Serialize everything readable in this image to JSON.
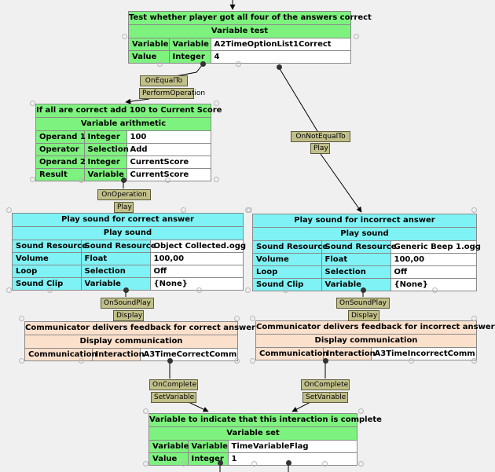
{
  "nodes": {
    "test": {
      "title": "Test whether player got all four of the answers correct",
      "subtitle": "Variable test",
      "rows": [
        [
          "Variable",
          "Variable",
          "A2TimeOptionList1Correct"
        ],
        [
          "Value",
          "Integer",
          "4"
        ]
      ]
    },
    "arith": {
      "title": "If all are correct add 100 to Current Score",
      "subtitle": "Variable arithmetic",
      "rows": [
        [
          "Operand 1",
          "Integer",
          "100"
        ],
        [
          "Operator",
          "Selection",
          "Add"
        ],
        [
          "Operand 2",
          "Integer",
          "CurrentScore"
        ],
        [
          "Result",
          "Variable",
          "CurrentScore"
        ]
      ]
    },
    "sound_correct": {
      "title": "Play sound for correct answer",
      "subtitle": "Play sound",
      "rows": [
        [
          "Sound Resource",
          "Sound Resource",
          "Object Collected.ogg"
        ],
        [
          "Volume",
          "Float",
          "100,00"
        ],
        [
          "Loop",
          "Selection",
          "Off"
        ],
        [
          "Sound Clip",
          "Variable",
          "{None}"
        ]
      ]
    },
    "sound_incorrect": {
      "title": "Play sound for incorrect answer",
      "subtitle": "Play sound",
      "rows": [
        [
          "Sound Resource",
          "Sound Resource",
          "Generic Beep 1.ogg"
        ],
        [
          "Volume",
          "Float",
          "100,00"
        ],
        [
          "Loop",
          "Selection",
          "Off"
        ],
        [
          "Sound Clip",
          "Variable",
          "{None}"
        ]
      ]
    },
    "comm_correct": {
      "title": "Communicator delivers feedback for correct answer",
      "subtitle": "Display communication",
      "rows": [
        [
          "Communication",
          "Interaction",
          "A3TimeCorrectComm"
        ]
      ]
    },
    "comm_incorrect": {
      "title": "Communicator delivers feedback for incorrect answer",
      "subtitle": "Display communication",
      "rows": [
        [
          "Communication",
          "Interaction",
          "A3TimeIncorrectComm"
        ]
      ]
    },
    "setvar": {
      "title": "Variable to indicate that this interaction is complete",
      "subtitle": "Variable set",
      "rows": [
        [
          "Variable",
          "Variable",
          "TimeVariableFlag"
        ],
        [
          "Value",
          "Integer",
          "1"
        ]
      ]
    }
  },
  "labels": {
    "on_equal_to": "OnEqualTo",
    "perform_operation": "PerformOperation",
    "on_not_equal_to": "OnNotEqualTo",
    "play_a": "Play",
    "on_operation": "OnOperation",
    "play_b": "Play",
    "on_sound_play_a": "OnSoundPlay",
    "display_a": "Display",
    "on_sound_play_b": "OnSoundPlay",
    "display_b": "Display",
    "on_complete_a": "OnComplete",
    "set_variable_a": "SetVariable",
    "on_complete_b": "OnComplete",
    "set_variable_b": "SetVariable"
  },
  "colors": {
    "green": "#7ef27e",
    "cyan": "#7ef2f4",
    "peach": "#fbe0cc",
    "connector": "#c2c08a",
    "wire": "#000000"
  }
}
